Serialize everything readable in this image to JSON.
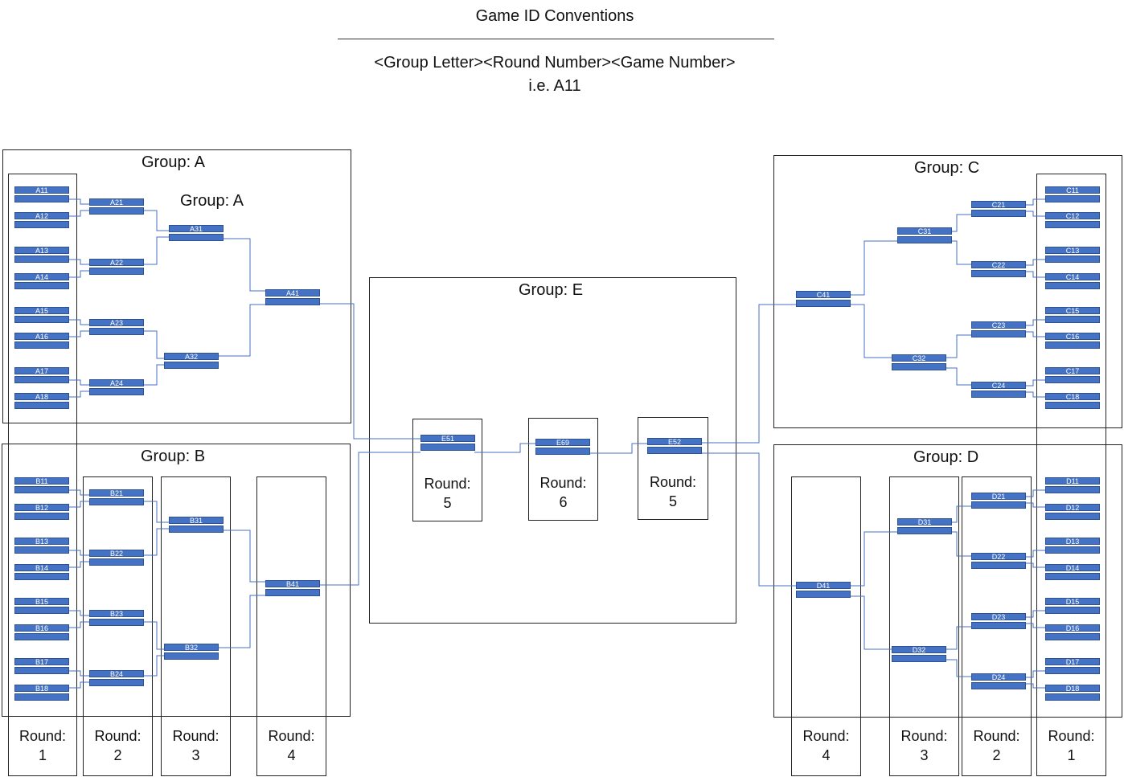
{
  "header": {
    "title": "Game ID Conventions",
    "convention": "<Group Letter><Round Number><Game Number>",
    "example": "i.e. A11"
  },
  "groups": {
    "A": {
      "label": "Group: A",
      "inner_label": "Group: A"
    },
    "B": {
      "label": "Group: B"
    },
    "C": {
      "label": "Group: C"
    },
    "D": {
      "label": "Group: D"
    },
    "E": {
      "label": "Group: E"
    }
  },
  "round_labels": {
    "word": "Round:",
    "left": [
      "1",
      "2",
      "3",
      "4"
    ],
    "right": [
      "4",
      "3",
      "2",
      "1"
    ],
    "center": [
      "5",
      "6",
      "5"
    ]
  },
  "games": {
    "group_a": [
      "A11",
      "A12",
      "A13",
      "A14",
      "A15",
      "A16",
      "A17",
      "A18",
      "A21",
      "A22",
      "A23",
      "A24",
      "A31",
      "A32",
      "A41"
    ],
    "group_b": [
      "B11",
      "B12",
      "B13",
      "B14",
      "B15",
      "B16",
      "B17",
      "B18",
      "B21",
      "B22",
      "B23",
      "B24",
      "B31",
      "B32",
      "B41"
    ],
    "group_c": [
      "C11",
      "C12",
      "C13",
      "C14",
      "C15",
      "C16",
      "C17",
      "C18",
      "C21",
      "C22",
      "C23",
      "C24",
      "C31",
      "C32",
      "C41"
    ],
    "group_d": [
      "D11",
      "D12",
      "D13",
      "D14",
      "D15",
      "D16",
      "D17",
      "D18",
      "D21",
      "D22",
      "D23",
      "D24",
      "D31",
      "D32",
      "D41"
    ],
    "group_e": [
      "E51",
      "E69",
      "E52"
    ]
  },
  "colors": {
    "game_fill": "#4472c4",
    "game_border": "#2f528f",
    "connector": "#4472c4",
    "box_border": "#222222"
  }
}
